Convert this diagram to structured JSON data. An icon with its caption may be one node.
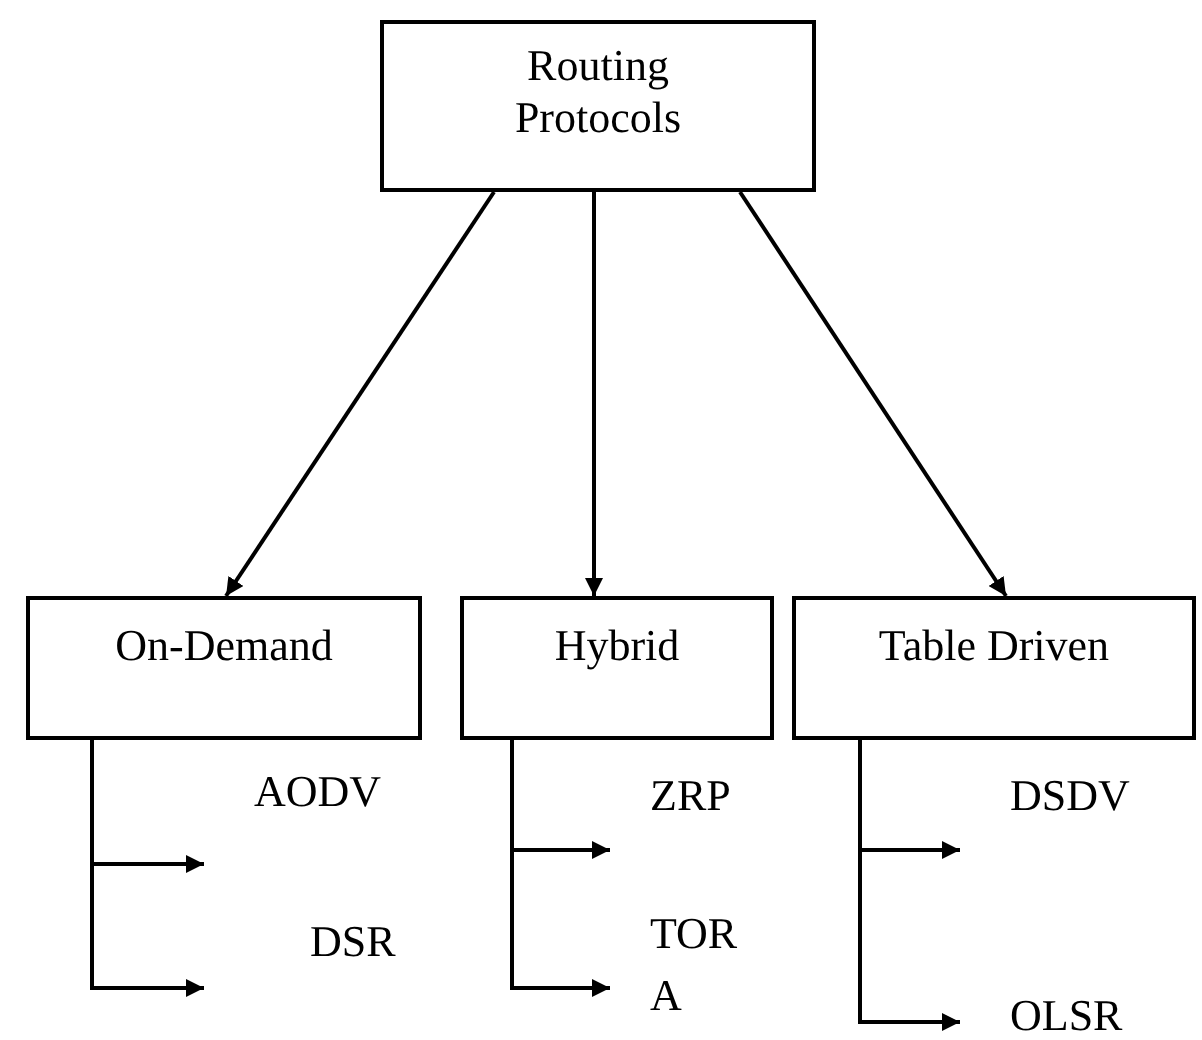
{
  "diagram": {
    "nodes": [
      {
        "text": [
          "Routing Protocols"
        ]
      },
      {
        "text": [
          "On-Demand"
        ]
      },
      {
        "text": [
          "Hybrid"
        ]
      },
      {
        "text": [
          "Table Driven"
        ]
      },
      {
        "text": [
          "AODV"
        ]
      },
      {
        "text": [
          "DSR"
        ]
      },
      {
        "text": [
          "ZRP"
        ]
      },
      {
        "text": [
          "TOR A"
        ]
      },
      {
        "text": [
          "DSDV"
        ]
      },
      {
        "text": [
          "OLSR"
        ]
      }
    ],
    "edges": [
      {
        "from": 0,
        "to": 1,
        "arrow": "to"
      },
      {
        "from": 0,
        "to": 2,
        "arrow": "to"
      },
      {
        "from": 0,
        "to": 3,
        "arrow": "to"
      },
      {
        "from": 1,
        "to": 4,
        "arrow": "to"
      },
      {
        "from": 1,
        "to": 5,
        "arrow": "to"
      },
      {
        "from": 2,
        "to": 6,
        "arrow": "to"
      },
      {
        "from": 2,
        "to": 7,
        "arrow": "to"
      },
      {
        "from": 3,
        "to": 8,
        "arrow": "to"
      },
      {
        "from": 3,
        "to": 9,
        "arrow": "to"
      }
    ]
  }
}
